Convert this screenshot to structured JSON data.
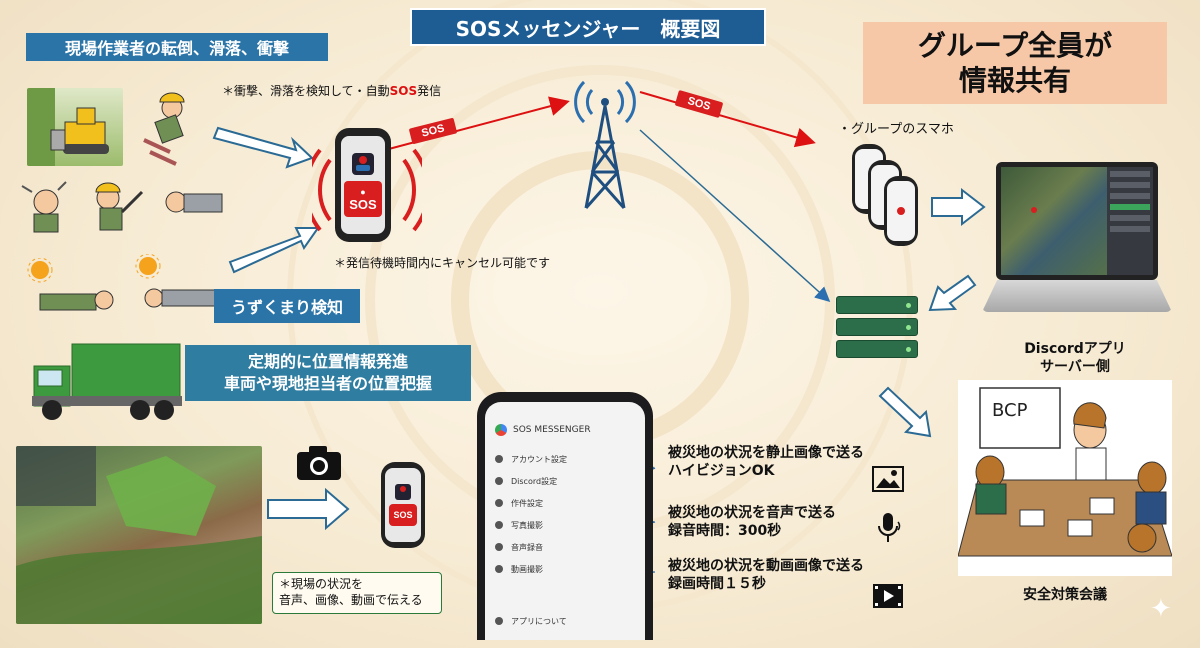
{
  "title": "SOSメッセンジャー　概要図",
  "share_box": {
    "line1": "グループ全員が",
    "line2": "情報共有"
  },
  "accidents_box": "現場作業者の転倒、滑落、衝撃",
  "auto_sos_note_prefix": "＊衝撃、滑落を検知して・自動",
  "auto_sos_note_sos": "SOS",
  "auto_sos_note_suffix": "発信",
  "cancel_note": "＊発信待機時間内にキャンセル可能です",
  "crouch_box": "うずくまり検知",
  "location_box": {
    "line1": "定期的に位置情報発進",
    "line2": "車両や現地担当者の位置把握"
  },
  "sos_label": "SOS",
  "sos_arrow_label_1": "SOS",
  "sos_arrow_label_2": "SOS",
  "group_phone_label": "・グループのスマホ",
  "discord_label": {
    "line1": "Discordアプリ",
    "line2": "サーバー側"
  },
  "meeting_label": "安全対策会議",
  "meeting_board_text": "BCP",
  "field_note": {
    "line1": "＊現場の状況を",
    "line2": "音声、画像、動画で伝える"
  },
  "app": {
    "header": "SOS MESSENGER",
    "menu": [
      "アカウント設定",
      "Discord設定",
      "作件設定",
      "写真撮影",
      "音声録音",
      "動画撮影"
    ],
    "footer": "アプリについて"
  },
  "features": [
    {
      "line1": "被災地の状況を静止画像で送る",
      "line2": "ハイビジョンOK",
      "icon": "image-icon"
    },
    {
      "line1": "被災地の状況を音声で送る",
      "line2": "録音時間：300秒",
      "icon": "microphone-icon"
    },
    {
      "line1": "被災地の状況を動画画像で送る",
      "line2": "録画時間１５秒",
      "icon": "video-icon"
    }
  ],
  "colors": {
    "sos_red": "#d81e1e",
    "title_blue": "#1e5d93",
    "box_blue": "#2a74a8",
    "share_peach": "#f6c8a8",
    "server_green": "#2c6e4a"
  }
}
